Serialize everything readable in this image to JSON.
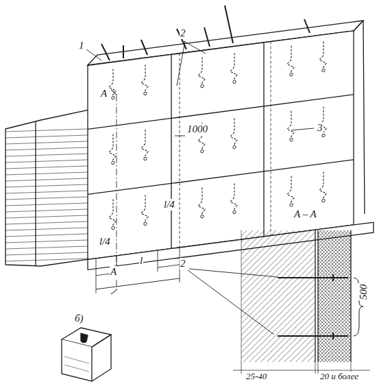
{
  "diagram": {
    "labels": [
      "1",
      "2",
      "A",
      "3",
      "1000",
      "l/4",
      "l/4",
      "l",
      "A",
      "б)",
      "A – A",
      "2",
      "500",
      "25-40",
      "20 и более"
    ]
  }
}
